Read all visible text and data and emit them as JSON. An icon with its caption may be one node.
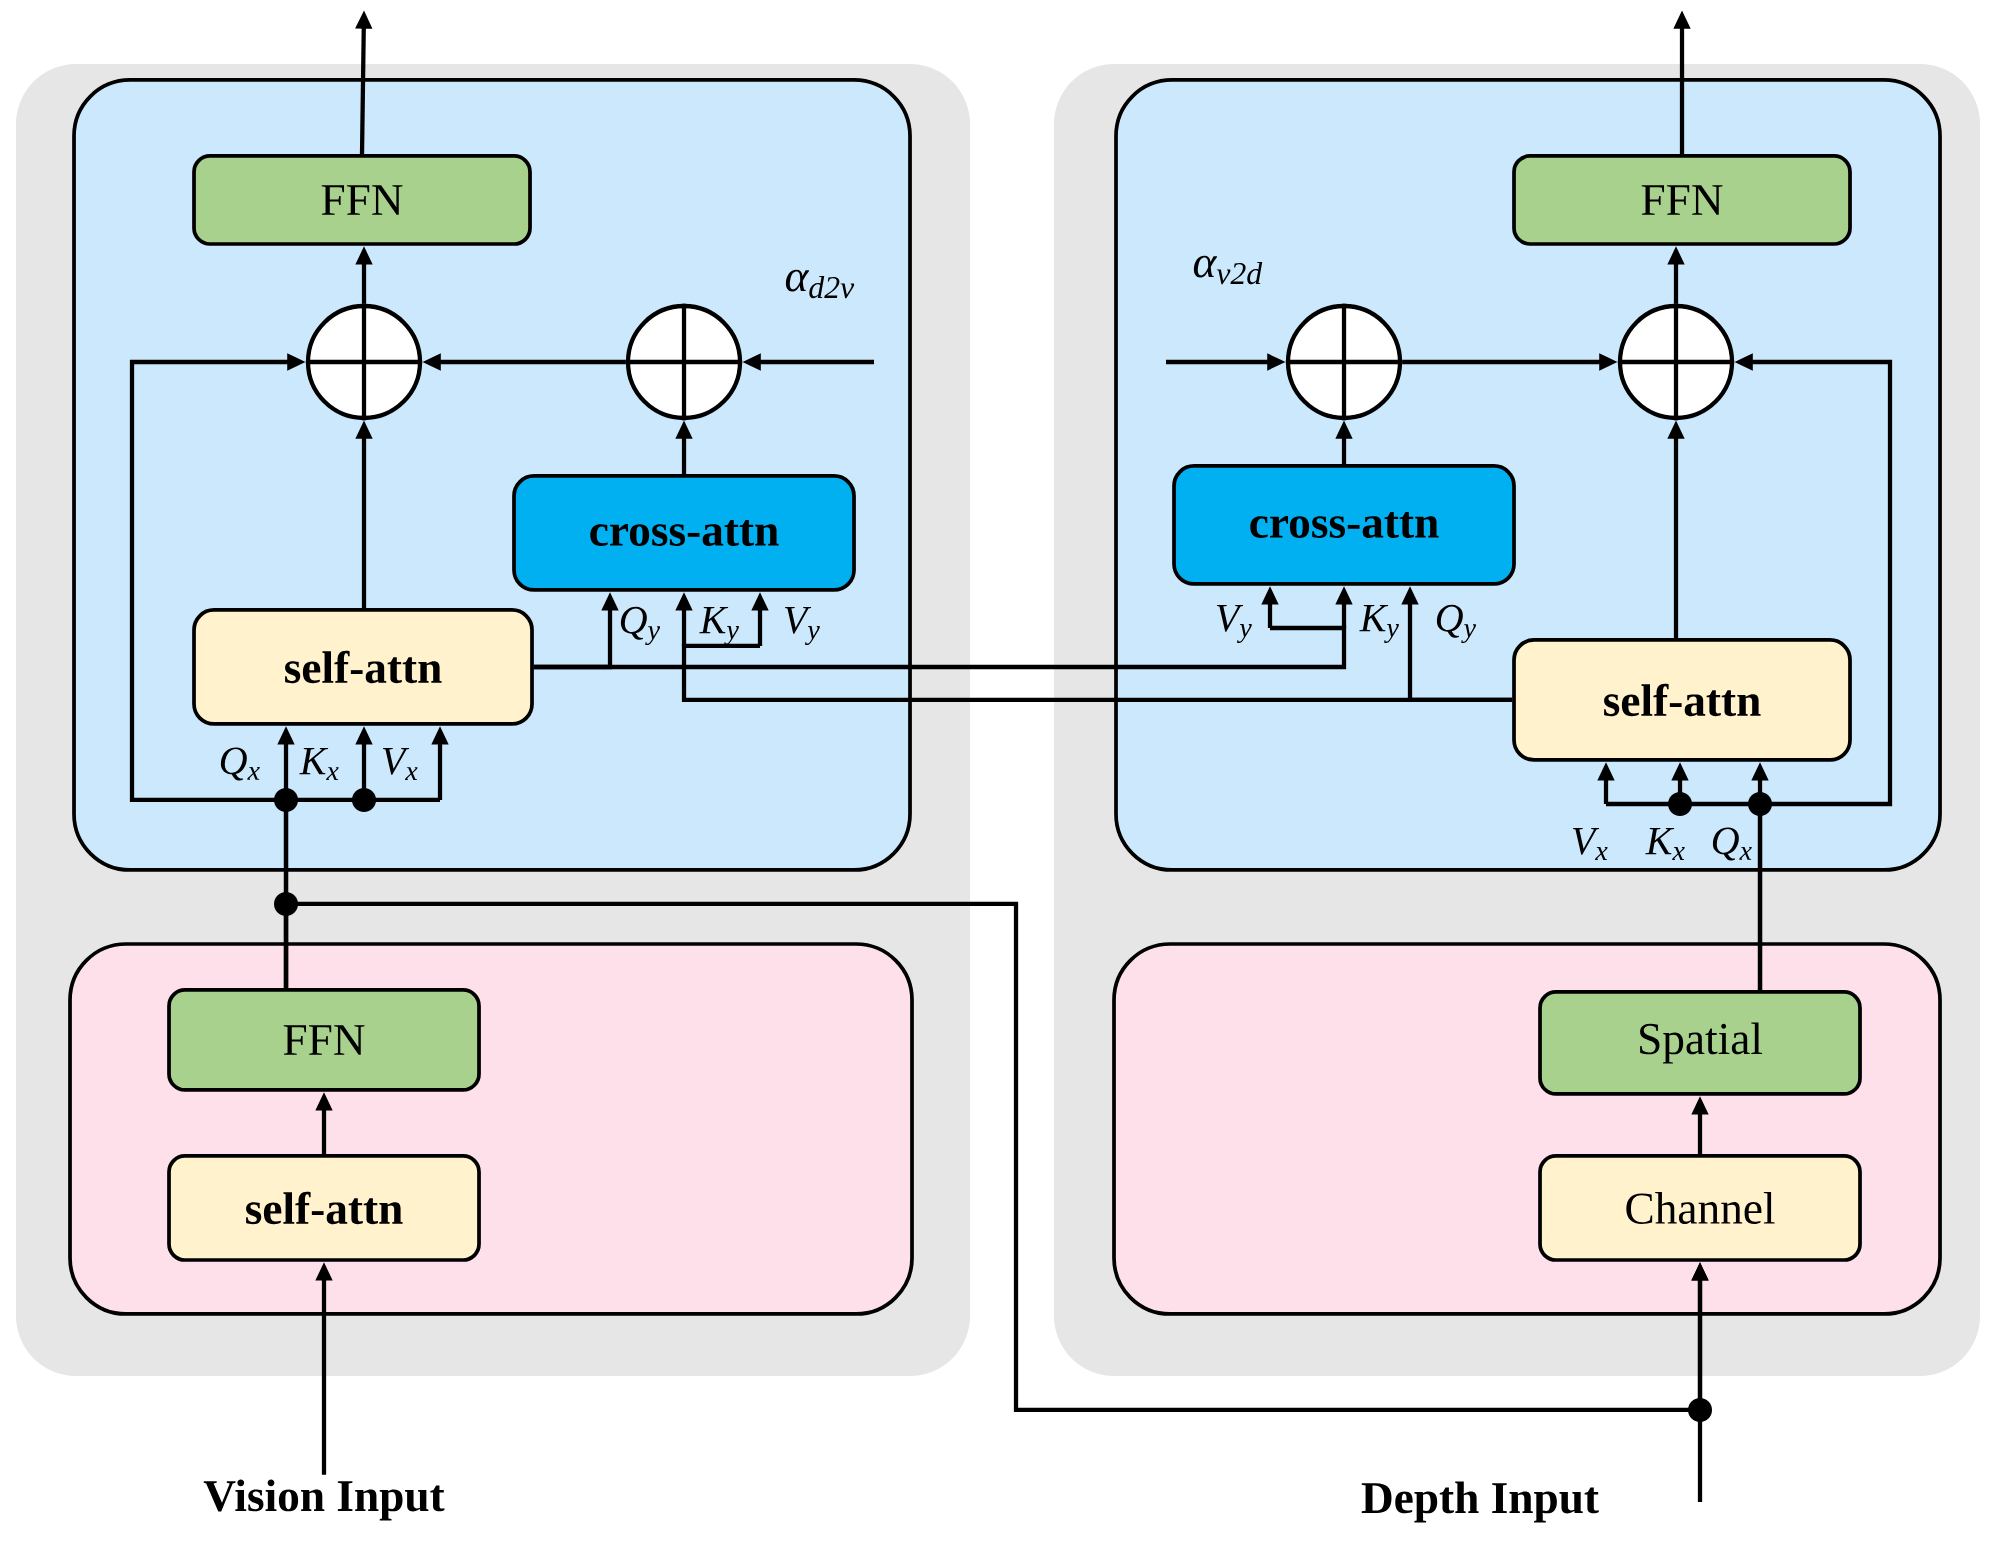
{
  "diagram": {
    "nodes": [
      {
        "text": [],
        "shape": "box"
      },
      {
        "text": [],
        "shape": "box",
        "in": 0
      },
      {
        "text": [
          "FFN"
        ],
        "in": 1
      },
      {
        "text": [],
        "shape": "circle",
        "in": 1
      },
      {
        "text": [],
        "shape": "circle",
        "in": 1
      },
      {
        "text": [
          "cross-attn"
        ],
        "in": 1
      },
      {
        "text": [
          "self-attn"
        ],
        "in": 1
      },
      {
        "text": [],
        "shape": "box",
        "in": 0
      },
      {
        "text": [
          "FFN"
        ],
        "in": 7
      },
      {
        "text": [
          "self-attn"
        ],
        "in": 7
      },
      {
        "text": [],
        "shape": "box"
      },
      {
        "text": [],
        "shape": "box",
        "in": 10
      },
      {
        "text": [
          "FFN"
        ],
        "in": 11
      },
      {
        "text": [],
        "shape": "circle",
        "in": 11
      },
      {
        "text": [],
        "shape": "circle",
        "in": 11
      },
      {
        "text": [
          "cross-attn"
        ],
        "in": 11
      },
      {
        "text": [
          "self-attn"
        ],
        "in": 11
      },
      {
        "text": [],
        "shape": "box",
        "in": 10
      },
      {
        "text": [
          "Spatial"
        ],
        "in": 17
      },
      {
        "text": [
          "Channel"
        ],
        "in": 17
      },
      {
        "text": [
          "Vision Input"
        ]
      },
      {
        "text": [
          "Depth Input"
        ]
      }
    ],
    "edges": [
      {
        "from": 2,
        "to": null,
        "arrow": "to"
      },
      {
        "from": 3,
        "to": 2,
        "arrow": "to"
      },
      {
        "from": 4,
        "to": 3,
        "arrow": "to"
      },
      {
        "from": null,
        "to": 4,
        "arrow": "to"
      },
      {
        "from": 5,
        "to": 4,
        "arrow": "to"
      },
      {
        "from": 6,
        "to": 3,
        "arrow": "to"
      },
      {
        "from": 8,
        "to": 6,
        "arrow": "to"
      },
      {
        "from": 8,
        "to": 3,
        "arrow": "to"
      },
      {
        "from": 9,
        "to": 8,
        "arrow": "to"
      },
      {
        "from": 20,
        "to": 9,
        "arrow": "to"
      },
      {
        "from": 6,
        "to": 5,
        "arrow": "to"
      },
      {
        "from": 6,
        "to": 15,
        "arrow": "to"
      },
      {
        "from": 16,
        "to": 5,
        "arrow": "to"
      },
      {
        "from": 16,
        "to": 15,
        "arrow": "to"
      },
      {
        "from": 12,
        "to": null,
        "arrow": "to"
      },
      {
        "from": 14,
        "to": 12,
        "arrow": "to"
      },
      {
        "from": 13,
        "to": 14,
        "arrow": "to"
      },
      {
        "from": null,
        "to": 13,
        "arrow": "to"
      },
      {
        "from": 15,
        "to": 13,
        "arrow": "to"
      },
      {
        "from": 16,
        "to": 14,
        "arrow": "to"
      },
      {
        "from": 18,
        "to": 16,
        "arrow": "to"
      },
      {
        "from": 18,
        "to": 14,
        "arrow": "to"
      },
      {
        "from": 19,
        "to": 18,
        "arrow": "to"
      },
      {
        "from": 21,
        "to": 19,
        "arrow": "to"
      },
      {
        "from": 8,
        "to": 19,
        "arrow": "to"
      }
    ],
    "labels": [
      "α$_{d2v}$",
      "α$_{v2d}$",
      "Q$_{x}$",
      "K$_{x}$",
      "V$_{x}$",
      "Q$_{y}$",
      "K$_{y}$",
      "V$_{y}$",
      "V$_{y}$",
      "K$_{y}$",
      "Q$_{y}$",
      "V$_{x}$",
      "K$_{x}$",
      "Q$_{x}$"
    ]
  }
}
